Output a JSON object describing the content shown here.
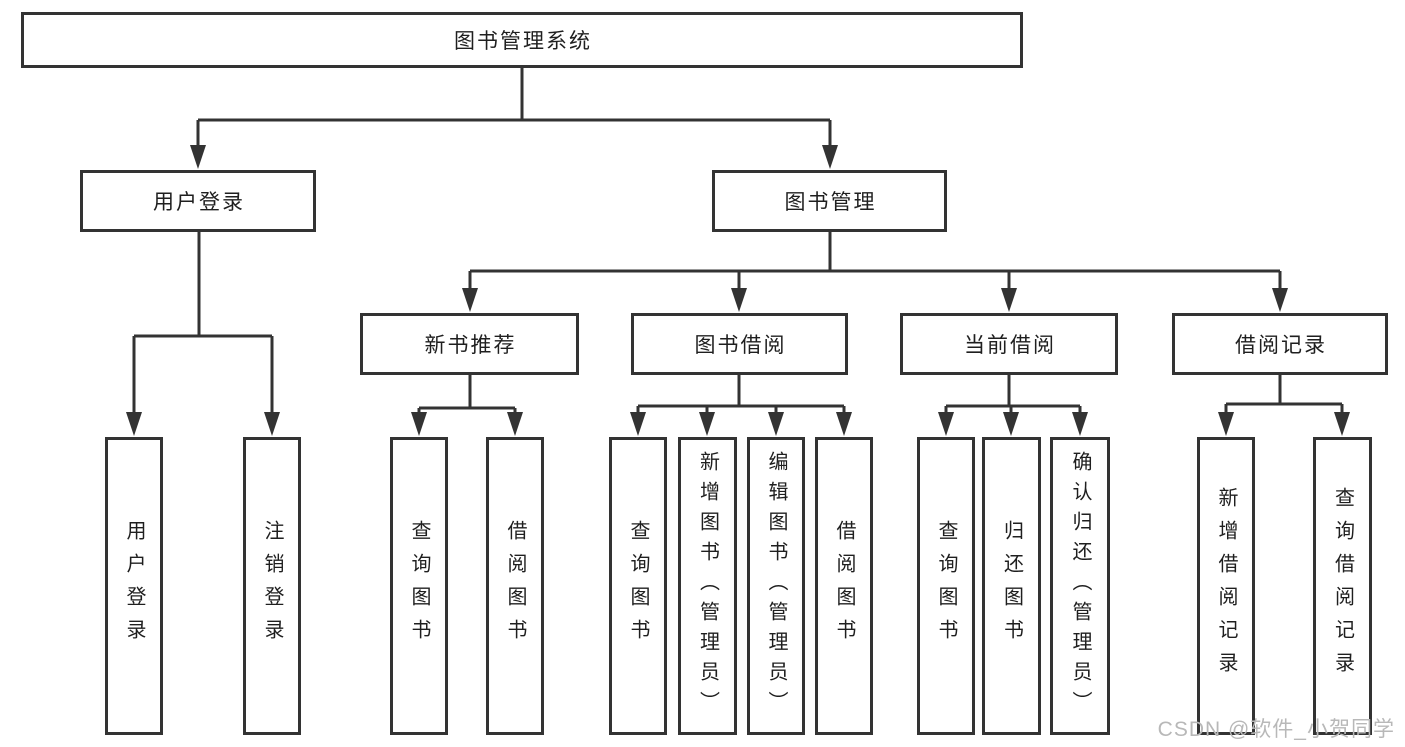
{
  "colors": {
    "line": "#333333",
    "box_border": "#333333",
    "text": "#1f1f1f",
    "background": "#ffffff",
    "watermark": "#b8b8b8"
  },
  "tree": {
    "root": {
      "label": "图书管理系统"
    },
    "branches": [
      {
        "label": "用户登录",
        "children": [
          {
            "label": "用户登录"
          },
          {
            "label": "注销登录"
          }
        ]
      },
      {
        "label": "图书管理",
        "children": [
          {
            "label": "新书推荐",
            "children": [
              {
                "label": "查询图书"
              },
              {
                "label": "借阅图书"
              }
            ]
          },
          {
            "label": "图书借阅",
            "children": [
              {
                "label": "查询图书"
              },
              {
                "label": "新增图书（管理员）"
              },
              {
                "label": "编辑图书（管理员）"
              },
              {
                "label": "借阅图书"
              }
            ]
          },
          {
            "label": "当前借阅",
            "children": [
              {
                "label": "查询图书"
              },
              {
                "label": "归还图书"
              },
              {
                "label": "确认归还（管理员）"
              }
            ]
          },
          {
            "label": "借阅记录",
            "children": [
              {
                "label": "新增借阅记录"
              },
              {
                "label": "查询借阅记录"
              }
            ]
          }
        ]
      }
    ]
  },
  "watermark": {
    "text": "CSDN @软件_小贺同学"
  }
}
